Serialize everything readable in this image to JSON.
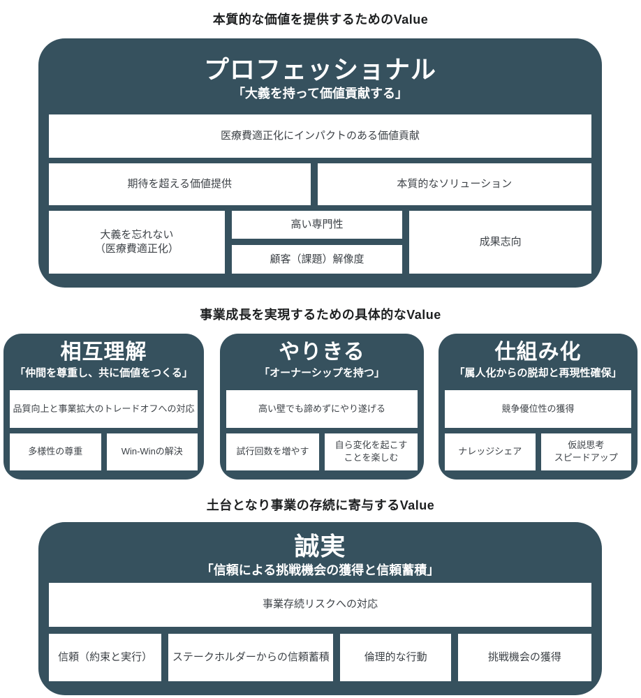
{
  "colors": {
    "card_bg": "#36515e",
    "cell_bg": "#ffffff",
    "cell_text": "#3d4247",
    "header_text": "#1d1f20",
    "title_text": "#ffffff"
  },
  "section1": {
    "header": "本質的な価値を提供するためのValue",
    "card": {
      "title": "プロフェッショナル",
      "subtitle": "「大義を持って価値貢献する」",
      "row1": "医療費適正化にインパクトのある価値貢献",
      "row2a": "期待を超える価値提供",
      "row2b": "本質的なソリューション",
      "row3a": "大義を忘れない\n（医療費適正化）",
      "row3b1": "高い専門性",
      "row3b2": "顧客（課題）解像度",
      "row3c": "成果志向"
    }
  },
  "section2": {
    "header": "事業成長を実現するための具体的なValue",
    "cards": [
      {
        "title": "相互理解",
        "subtitle": "「仲間を尊重し、共に価値をつくる」",
        "row1": "品質向上と事業拡大のトレードオフへの対応",
        "row2a": "多様性の尊重",
        "row2b": "Win-Winの解決"
      },
      {
        "title": "やりきる",
        "subtitle": "「オーナーシップを持つ」",
        "row1": "高い壁でも諦めずにやり遂げる",
        "row2a": "試行回数を増やす",
        "row2b": "自ら変化を起こす\nことを楽しむ"
      },
      {
        "title": "仕組み化",
        "subtitle": "「属人化からの脱却と再現性確保」",
        "row1": "競争優位性の獲得",
        "row2a": "ナレッジシェア",
        "row2b": "仮説思考\nスピードアップ"
      }
    ]
  },
  "section3": {
    "header": "土台となり事業の存続に寄与するValue",
    "card": {
      "title": "誠実",
      "subtitle": "「信頼による挑戦機会の獲得と信頼蓄積」",
      "row1": "事業存続リスクへの対応",
      "row2a": "信頼（約束と実行）",
      "row2b": "ステークホルダーからの信頼蓄積",
      "row2c": "倫理的な行動",
      "row2d": "挑戦機会の獲得"
    }
  }
}
